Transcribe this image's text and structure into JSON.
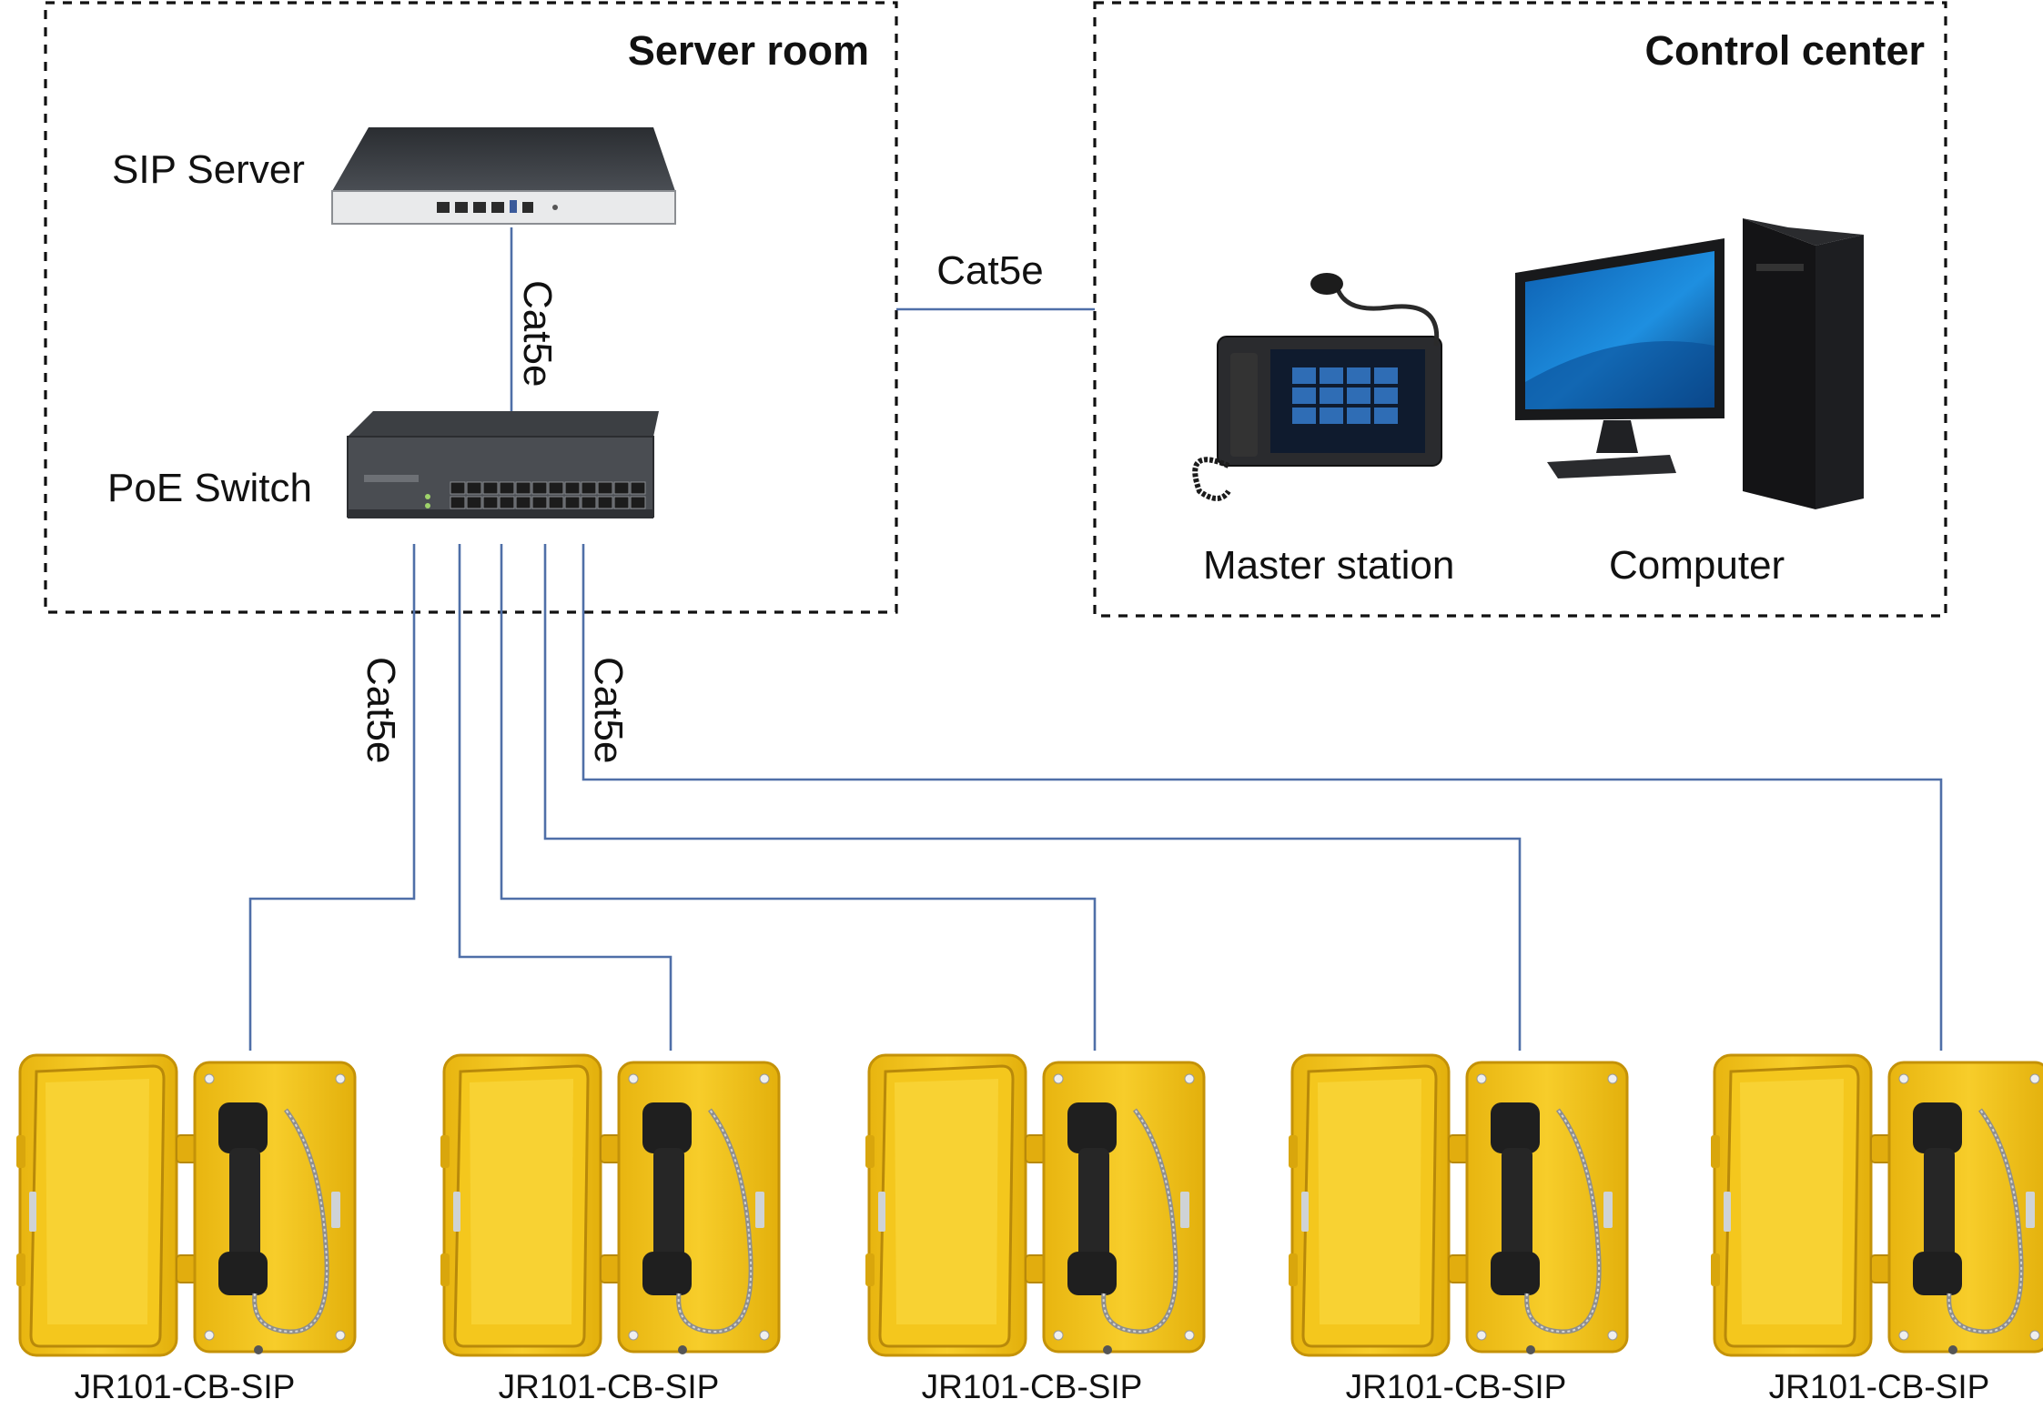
{
  "zones": {
    "server_room": {
      "title": "Server room"
    },
    "control_center": {
      "title": "Control center"
    }
  },
  "devices": {
    "sip_server": {
      "label": "SIP Server",
      "icon": "sip-server-icon"
    },
    "poe_switch": {
      "label": "PoE Switch",
      "icon": "poe-switch-icon"
    },
    "master_station": {
      "label": "Master station",
      "icon": "master-station-icon"
    },
    "computer": {
      "label": "Computer",
      "icon": "computer-icon"
    }
  },
  "cables": {
    "server_to_switch": "Cat5e",
    "switch_to_control": "Cat5e",
    "switch_to_phones_left": "Cat5e",
    "switch_to_phones_right": "Cat5e"
  },
  "phones": [
    {
      "model": "JR101-CB-SIP",
      "icon": "emergency-telephone-icon"
    },
    {
      "model": "JR101-CB-SIP",
      "icon": "emergency-telephone-icon"
    },
    {
      "model": "JR101-CB-SIP",
      "icon": "emergency-telephone-icon"
    },
    {
      "model": "JR101-CB-SIP",
      "icon": "emergency-telephone-icon"
    },
    {
      "model": "JR101-CB-SIP",
      "icon": "emergency-telephone-icon"
    }
  ],
  "colors": {
    "wire": "#4f6fa8",
    "phone_body": "#f2c21c",
    "phone_edge": "#c99a08",
    "handset": "#1c1c1c"
  }
}
